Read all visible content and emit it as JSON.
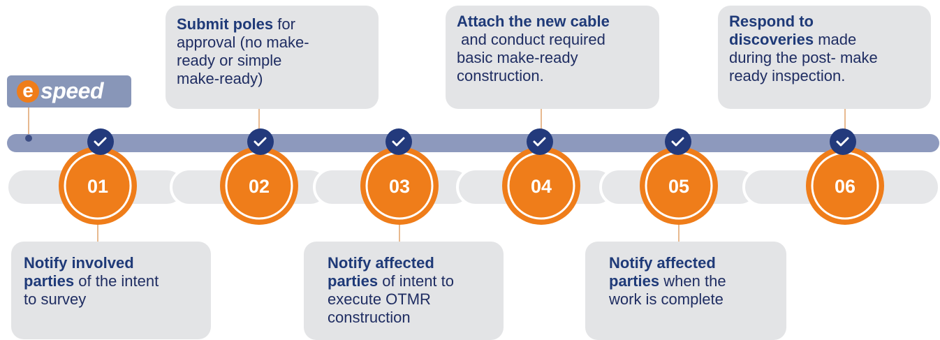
{
  "logo": {
    "letter": "e",
    "text": "speed"
  },
  "steps": [
    {
      "number": "01"
    },
    {
      "number": "02"
    },
    {
      "number": "03"
    },
    {
      "number": "04"
    },
    {
      "number": "05"
    },
    {
      "number": "06"
    }
  ],
  "cards_top": [
    {
      "bold": "Submit poles",
      "rest_line1": " for",
      "lines": [
        "approval (no make-",
        "ready or simple",
        "make-ready)"
      ]
    },
    {
      "bold": "Attach the new cable",
      "lines": [
        " and conduct required",
        "basic make-ready",
        "construction."
      ]
    },
    {
      "bold_line1": "Respond to",
      "bold_line2": "discoveries",
      "rest_line2": " made",
      "lines": [
        "during the post- make",
        "ready inspection."
      ]
    }
  ],
  "cards_bottom": [
    {
      "bold_line1": "Notify involved",
      "bold_line2": "parties",
      "rest_line2": " of the intent",
      "lines": [
        "to survey"
      ]
    },
    {
      "bold_line1": "Notify affected",
      "bold_line2": "parties",
      "rest_line2": " of intent to",
      "lines": [
        "execute OTMR",
        "construction"
      ]
    },
    {
      "bold_line1": "Notify affected",
      "bold_line2": "parties",
      "rest_line2": " when the",
      "lines": [
        "work is complete"
      ]
    }
  ],
  "colors": {
    "orange": "#ef7d1a",
    "navy": "#1f3a78",
    "rail": "#8d99bd",
    "card": "#e3e4e6",
    "pill": "#e8e9eb"
  }
}
